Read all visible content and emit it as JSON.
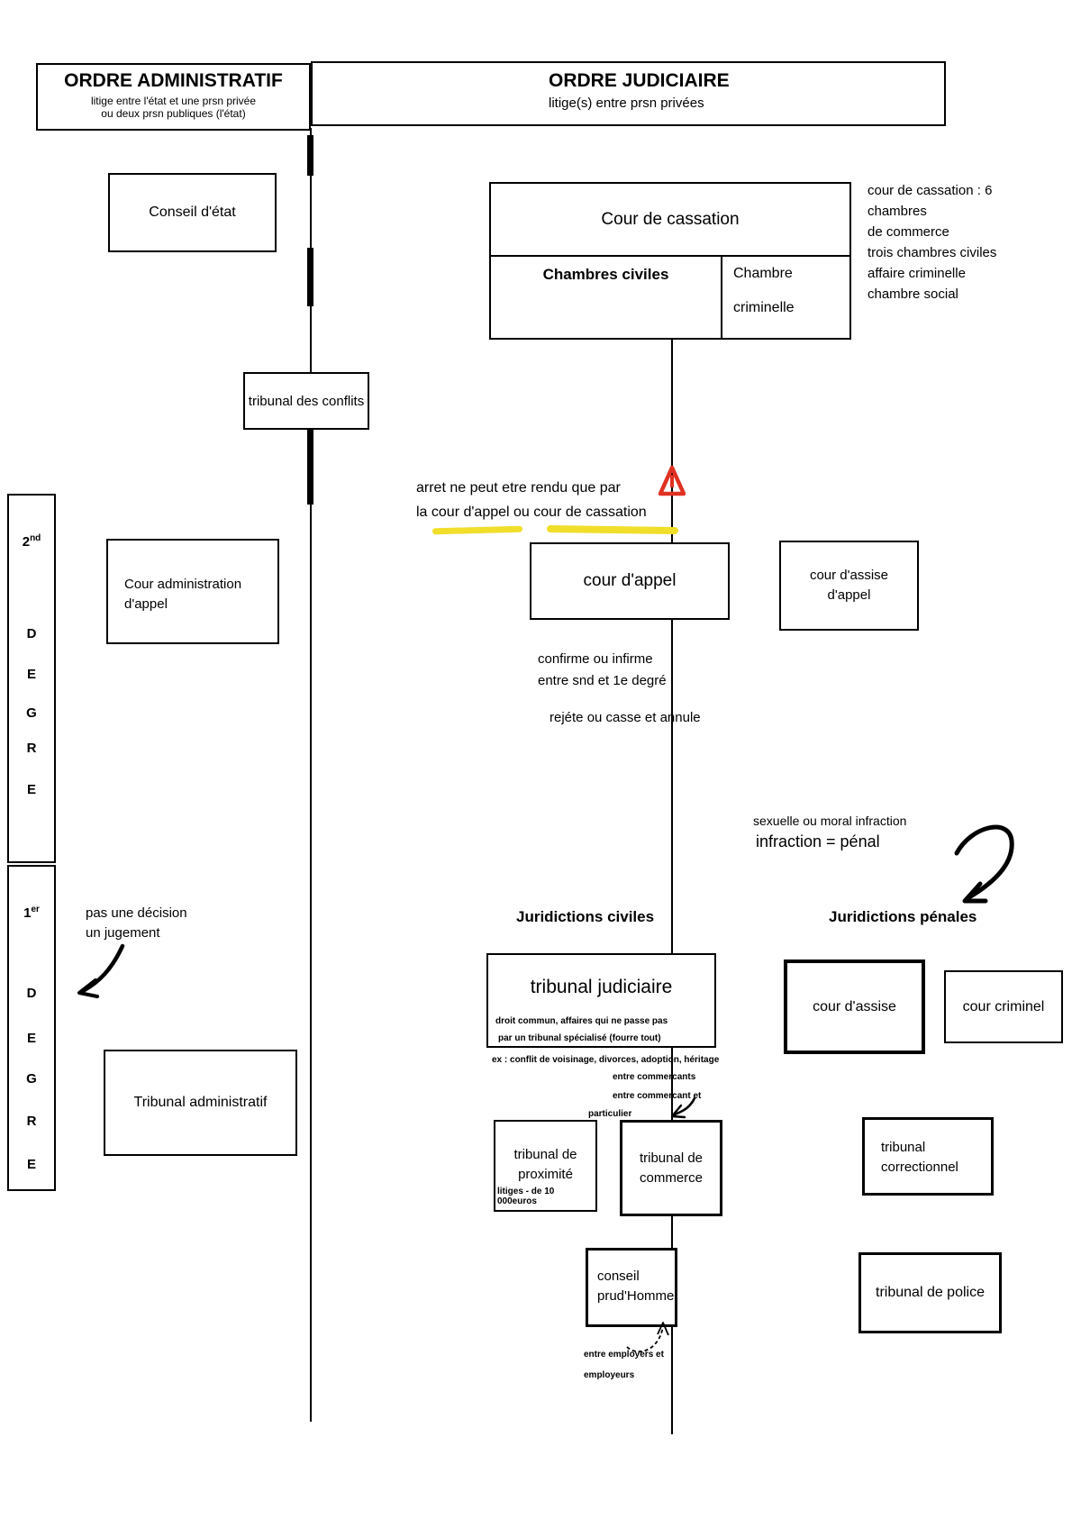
{
  "palette": {
    "ink": "#000000",
    "highlight_yellow": "#f0de2a",
    "warning_red": "#e03222"
  },
  "headers": {
    "admin": {
      "title": "ORDRE ADMINISTRATIF",
      "line1": "litige entre l'état et une prsn privée",
      "line2": "ou deux prsn publiques (l'état)"
    },
    "judicial": {
      "title": "ORDRE JUDICIAIRE",
      "subtitle": "litige(s) entre prsn privées"
    }
  },
  "rails": {
    "second": {
      "degree": "2",
      "sup": "nd",
      "letters": [
        "D",
        "E",
        "G",
        "R",
        "E"
      ]
    },
    "first": {
      "degree": "1",
      "sup": "er",
      "letters": [
        "D",
        "E",
        "G",
        "R",
        "E"
      ]
    }
  },
  "admin_branch": {
    "conseil_etat": "Conseil d'état",
    "tribunal_conflits": "tribunal des conflits",
    "cour_admin_appel": {
      "line1": "Cour administration",
      "line2": "d'appel"
    },
    "tribunal_administratif": "Tribunal administratif",
    "first_degree_note": {
      "line1": "pas une décision",
      "line2": "un jugement"
    }
  },
  "cassation": {
    "title": "Cour de cassation",
    "chambres_civiles": "Chambres civiles",
    "chambre_criminelle": {
      "line1": "Chambre",
      "line2": "criminelle"
    },
    "side_note": [
      "cour de cassation : 6",
      "chambres",
      "de commerce",
      "trois chambres civiles",
      "affaire criminelle",
      "chambre social"
    ]
  },
  "appel": {
    "warning": {
      "line1": "arret ne peut etre rendu que par",
      "line2": "la cour d'appel ou cour de cassation"
    },
    "cour_appel": "cour d'appel",
    "cour_assise_appel": {
      "line1": "cour d'assise",
      "line2": "d'appel"
    },
    "confirme": {
      "line1": "confirme ou infirme",
      "line2": "entre snd et 1e degré"
    },
    "rejete": "rejéte ou casse et annule"
  },
  "penal_note": {
    "small": "sexuelle ou moral infraction",
    "big": "infraction = pénal"
  },
  "civil": {
    "heading": "Juridictions civiles",
    "tribunal_judiciaire": {
      "title": "tribunal judiciaire",
      "note1": "droit commun, affaires qui ne passe pas",
      "note2": "par un tribunal spécialisé (fourre tout)"
    },
    "examples": "ex : conflit de voisinage, divorces, adoption, héritage",
    "commerce_notes": {
      "line1": "entre commercants",
      "line2": "entre commercant et",
      "line3": "particulier"
    },
    "tribunal_proximite": {
      "line1": "tribunal de",
      "line2": "proximité",
      "note": "litiges - de 10 000euros"
    },
    "tribunal_commerce": {
      "line1": "tribunal de",
      "line2": "commerce"
    },
    "conseil_prudhomme": {
      "line1": "conseil",
      "line2": "prud'Homme",
      "note1": "entre employers et",
      "note2": "employeurs"
    }
  },
  "penal": {
    "heading": "Juridictions pénales",
    "cour_assise": "cour d'assise",
    "cour_criminel": "cour criminel",
    "tribunal_correctionnel": {
      "line1": "tribunal",
      "line2": "correctionnel"
    },
    "tribunal_police": "tribunal de police"
  }
}
